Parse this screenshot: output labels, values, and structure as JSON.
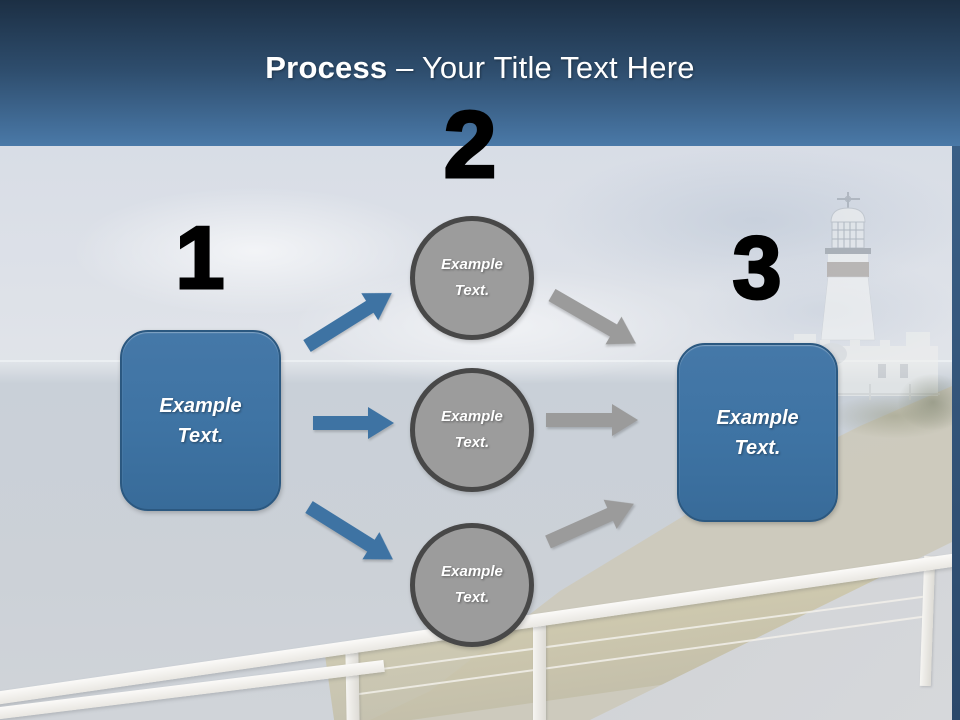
{
  "header": {
    "title_bold": "Process",
    "title_rest": "– Your Title Text Here"
  },
  "steps": [
    {
      "number": "1",
      "shape": "rounded-rectangle",
      "label": {
        "line1": "Example",
        "line2": "Text."
      }
    },
    {
      "number": "2",
      "shape": "circle-group"
    },
    {
      "number": "3",
      "shape": "rounded-rectangle",
      "label": {
        "line1": "Example",
        "line2": "Text."
      }
    }
  ],
  "circles": [
    {
      "label": {
        "line1": "Example",
        "line2": "Text."
      }
    },
    {
      "label": {
        "line1": "Example",
        "line2": "Text."
      }
    },
    {
      "label": {
        "line1": "Example",
        "line2": "Text."
      }
    }
  ],
  "colors": {
    "accent_blue": "#3E73A3",
    "box_border": "#2B5880",
    "circle_fill": "#9C9C9C",
    "circle_border": "#484848",
    "arrow_blue": "#3E73A3",
    "arrow_gray": "#9B9B9B",
    "header_gradient_top": "#1C2F44",
    "header_gradient_bottom": "#4A79A8",
    "title_color": "#FFFFFF",
    "number_color": "#000000"
  }
}
